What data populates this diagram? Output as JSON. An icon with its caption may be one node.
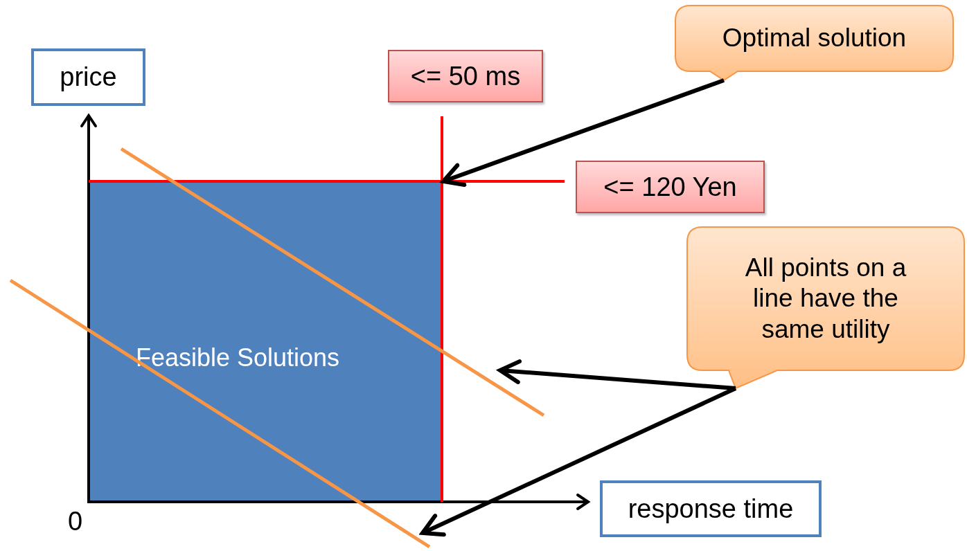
{
  "diagram": {
    "nodes": [
      {
        "text": [
          "price"
        ]
      },
      {
        "text": [
          "<= 50 ms"
        ]
      },
      {
        "text": [
          "Optimal solution"
        ]
      },
      {
        "text": [
          "<= 120 Yen"
        ]
      },
      {
        "text": [
          "All points on a line have the same utility"
        ]
      },
      {
        "text": [
          "Feasible Solutions"
        ]
      },
      {
        "text": [
          "response time"
        ]
      },
      {
        "text": [],
        "shape": "line"
      },
      {
        "text": [],
        "shape": "line"
      }
    ],
    "edges": [
      {
        "from": 2,
        "to": 5,
        "arrow": "to"
      },
      {
        "from": 4,
        "to": 7,
        "arrow": "to"
      },
      {
        "from": 4,
        "to": 8,
        "arrow": "to"
      }
    ],
    "labels": [
      "0"
    ]
  }
}
